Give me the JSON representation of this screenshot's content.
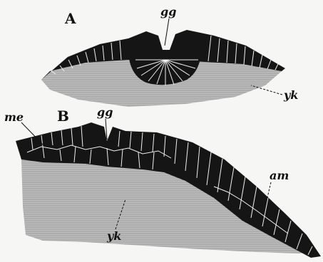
{
  "figure": {
    "panel_a": {
      "letter": "A",
      "labels": {
        "gg": "gg",
        "yk": "yk"
      }
    },
    "panel_b": {
      "letter": "B",
      "labels": {
        "me": "me",
        "gg": "gg",
        "am": "am",
        "yk": "yk"
      }
    },
    "colors": {
      "background": "#f6f6f4",
      "ectoderm": "#151515",
      "yolk": "#bdbdbd",
      "hatch": "#9d9d9d",
      "cell_lines": "#f1f1f1"
    }
  }
}
